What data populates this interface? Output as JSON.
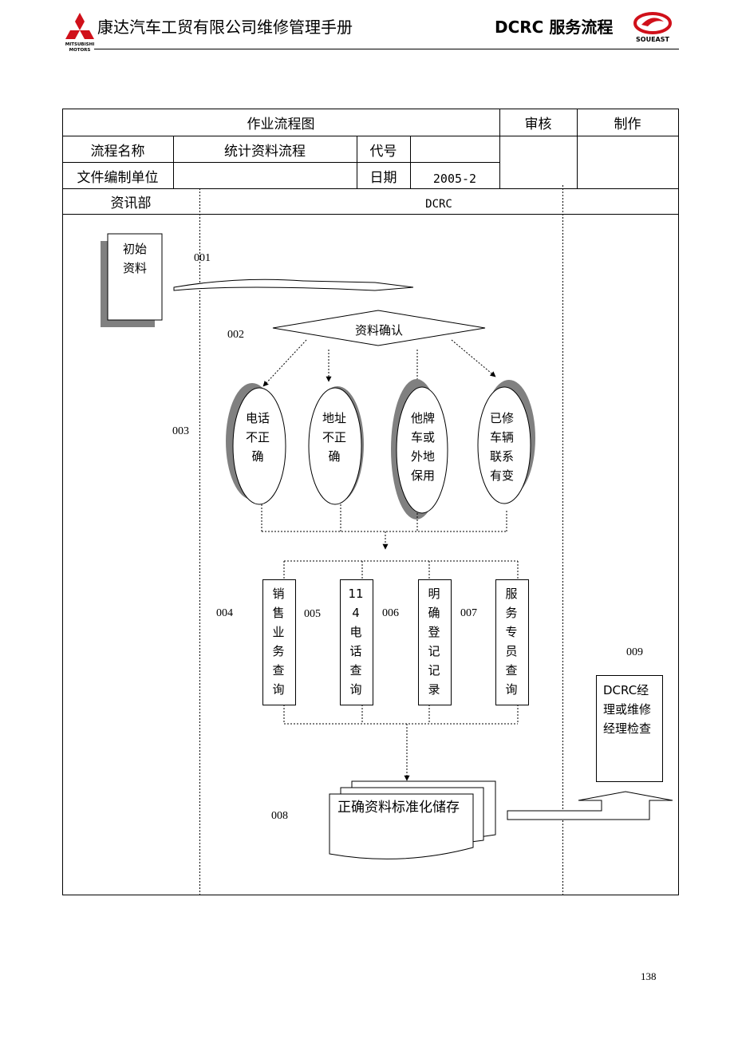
{
  "header": {
    "title": "康达汽车工贸有限公司维修管理手册",
    "section": "DCRC 服务流程",
    "logo_left_text": "MITSUBISHI MOTORS",
    "logo_right_text": "SOUEAST"
  },
  "table": {
    "heading": "作业流程图",
    "review_label": "审核",
    "made_label": "制作",
    "flow_name_label": "流程名称",
    "flow_name_value": "统计资料流程",
    "code_label": "代号",
    "code_value": "",
    "unit_label": "文件编制单位",
    "unit_value": "",
    "date_label": "日期",
    "date_value": "2005-2",
    "lane_left": "资讯部",
    "lane_mid": "DCRC"
  },
  "flow": {
    "start_box": "初始资料",
    "decision": "资料确认",
    "ovals": [
      "电话不正确",
      "地址不正确",
      "他牌车或外地保用",
      "已修车辆联系有变"
    ],
    "query_boxes": [
      "销售业务查询",
      "114电话查询",
      "明确登记记录",
      "服务专员查询"
    ],
    "storage": "正确资料标准化储存",
    "manager_box": "DCRC经理或维修经理检查",
    "step_labels": {
      "s001": "001",
      "s002": "002",
      "s003": "003",
      "s004": "004",
      "s005": "005",
      "s006": "006",
      "s007": "007",
      "s008": "008",
      "s009": "009"
    }
  },
  "page_number": "138"
}
